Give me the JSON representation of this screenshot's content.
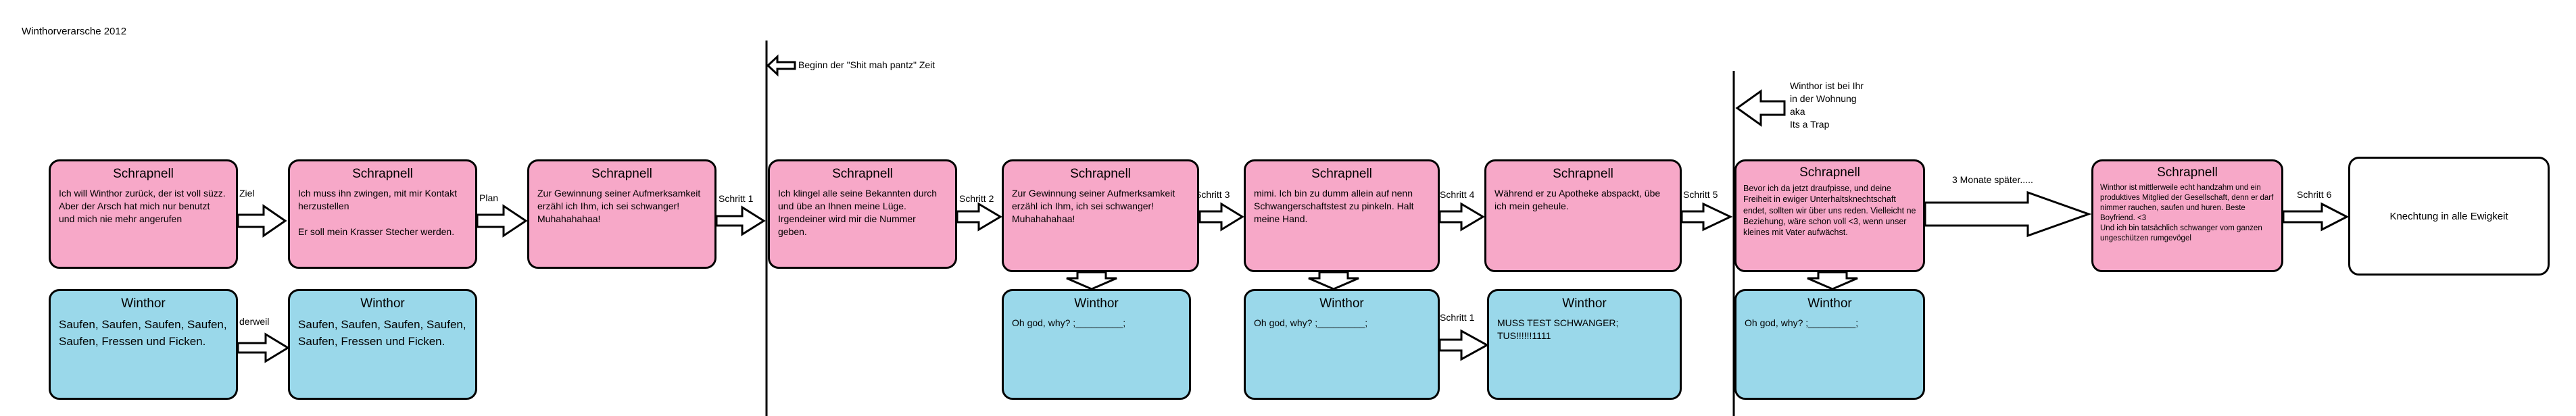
{
  "title": "Winthorverarsche 2012",
  "annotations": {
    "shit_zeit": "Beginn der \"Shit mah pantz\" Zeit",
    "wohnung": "Winthor ist bei Ihr\nin der Wohnung\naka\nIts a Trap",
    "monate": "3 Monate später.....",
    "ziel": "Ziel",
    "plan": "Plan",
    "derweil": "derweil",
    "schritt1": "Schritt 1",
    "schritt2": "Schritt 2",
    "schritt3": "Schritt 3",
    "schritt4": "Schritt 4",
    "schritt5": "Schritt 5",
    "schritt6": "Schritt 6",
    "schritt1b": "Schritt 1"
  },
  "pink_boxes": [
    {
      "title": "Schrapnell",
      "body": "Ich will Winthor zurück, der ist voll süzz.\nAber der Arsch hat mich nur benutzt und mich nie mehr angerufen"
    },
    {
      "title": "Schrapnell",
      "body": "Ich muss ihn zwingen, mit mir Kontakt herzustellen\n\nEr soll mein Krasser Stecher werden."
    },
    {
      "title": "Schrapnell",
      "body": "Zur Gewinnung seiner Aufmerksamkeit erzähl ich Ihm, ich sei schwanger! Muhahahahaa!"
    },
    {
      "title": "Schrapnell",
      "body": "Ich klingel alle seine Bekannten durch und übe an Ihnen meine Lüge. Irgendeiner wird mir die Nummer geben."
    },
    {
      "title": "Schrapnell",
      "body": "Zur Gewinnung seiner Aufmerksamkeit erzähl ich Ihm, ich sei schwanger! Muhahahahaa!"
    },
    {
      "title": "Schrapnell",
      "body": "mimi. Ich bin zu dumm allein auf nenn Schwangerschaftstest zu pinkeln. Halt meine Hand."
    },
    {
      "title": "Schrapnell",
      "body": "Während er zu Apotheke abspackt, übe ich mein geheule."
    },
    {
      "title": "Schrapnell",
      "body": "Bevor ich da jetzt draufpisse, und deine Freiheit in ewiger Unterhaltsknechtschaft endet, sollten wir über uns reden. Vielleicht ne Beziehung, wäre schon voll <3, wenn unser kleines mit Vater aufwächst."
    },
    {
      "title": "Schrapnell",
      "body": "Winthor ist mittlerweile echt handzahm und ein produktives Mitglied der Gesellschaft, denn er darf nimmer rauchen, saufen und huren. Beste Boyfriend. <3\nUnd ich bin tatsächlich schwanger vom ganzen ungeschützen rumgevögel"
    }
  ],
  "blue_boxes": [
    {
      "title": "Winthor",
      "body": "Saufen, Saufen, Saufen, Saufen, Saufen, Fressen und Ficken."
    },
    {
      "title": "Winthor",
      "body": "Saufen, Saufen, Saufen, Saufen, Saufen, Fressen und Ficken."
    },
    {
      "title": "Winthor",
      "body": "Oh god, why? ;_________;"
    },
    {
      "title": "Winthor",
      "body": "Oh god, why? ;_________;"
    },
    {
      "title": "Winthor",
      "body": "MUSS TEST SCHWANGER;\nTUS!!!!!!1111"
    },
    {
      "title": "Winthor",
      "body": "Oh god, why? ;_________;"
    }
  ],
  "final_box": {
    "body": "Knechtung in alle Ewigkeit"
  }
}
